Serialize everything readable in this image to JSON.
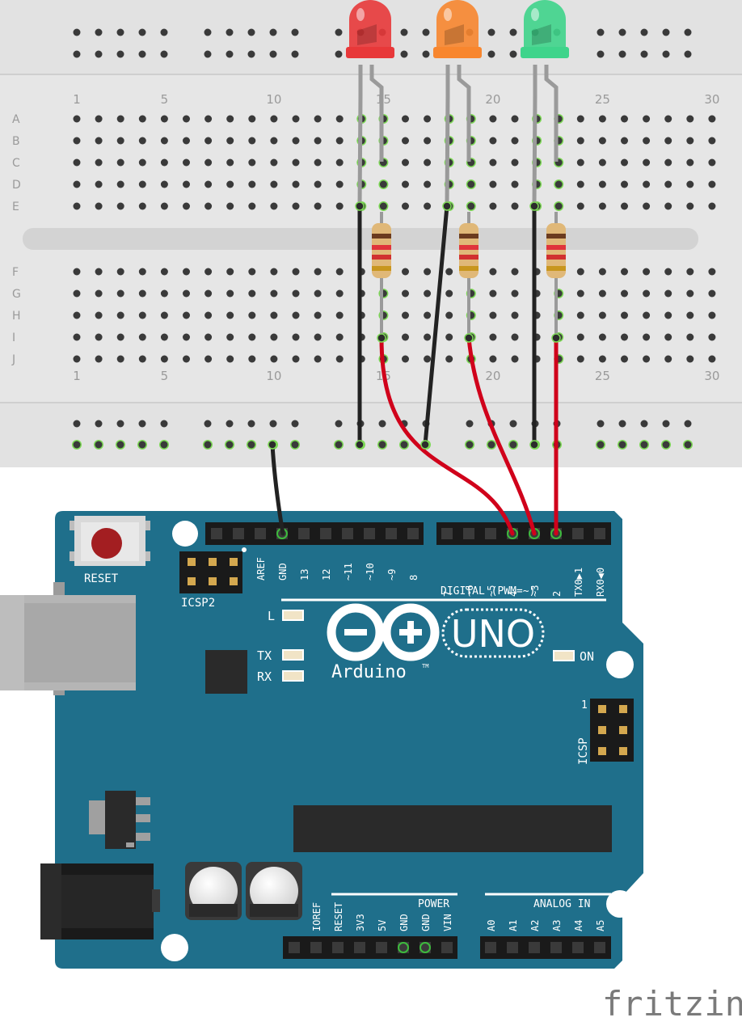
{
  "breadboard": {
    "column_numbers": [
      "1",
      "5",
      "10",
      "15",
      "20",
      "25",
      "30"
    ],
    "row_letters_top": [
      "A",
      "B",
      "C",
      "D",
      "E"
    ],
    "row_letters_bottom": [
      "F",
      "G",
      "H",
      "I",
      "J"
    ]
  },
  "arduino": {
    "reset_label": "RESET",
    "icsp2_label": "ICSP2",
    "icsp_label": "ICSP",
    "icsp_pin1": "1",
    "digital_label": "DIGITAL (PWM=~)",
    "header_left_pins": [
      "AREF",
      "GND",
      "13",
      "12",
      "~11",
      "~10",
      "~9",
      "8"
    ],
    "header_right_pins": [
      "7",
      "~6",
      "~5",
      "4",
      "~3",
      "2",
      "TX0▶1",
      "RX0◀0"
    ],
    "led_l": "L",
    "led_tx": "TX",
    "led_rx": "RX",
    "led_on": "ON",
    "logo_uno": "UNO",
    "logo_arduino": "Arduino",
    "logo_tm": "TM",
    "power_label": "POWER",
    "analog_label": "ANALOG IN",
    "power_pins": [
      "IOREF",
      "RESET",
      "3V3",
      "5V",
      "GND",
      "GND",
      "VIN"
    ],
    "analog_pins": [
      "A0",
      "A1",
      "A2",
      "A3",
      "A4",
      "A5"
    ]
  },
  "leds": [
    {
      "name": "red",
      "color": "#e8383a"
    },
    {
      "name": "orange",
      "color": "#f7862f"
    },
    {
      "name": "green",
      "color": "#3fd48b"
    }
  ],
  "colors": {
    "board": "#1f6f8b",
    "breadboard": "#e6e6e6",
    "wire_black": "#222222",
    "wire_red": "#d0021b"
  },
  "watermark": "fritzing"
}
